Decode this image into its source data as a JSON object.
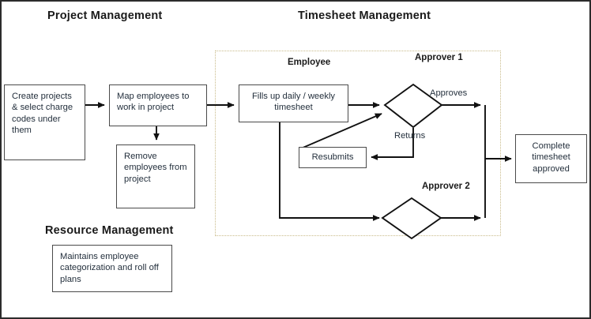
{
  "diagram": {
    "type": "flowchart",
    "title_sections": [
      {
        "id": "project-management",
        "label": "Project Management"
      },
      {
        "id": "timesheet-management",
        "label": "Timesheet Management"
      },
      {
        "id": "resource-management",
        "label": "Resource Management"
      }
    ],
    "swimlanes": [
      {
        "id": "employee",
        "label": "Employee"
      },
      {
        "id": "approver-1",
        "label": "Approver 1"
      },
      {
        "id": "approver-2",
        "label": "Approver 2"
      }
    ],
    "nodes": [
      {
        "id": "create-projects",
        "shape": "rect",
        "text": "Create projects & select charge codes under them"
      },
      {
        "id": "map-employees",
        "shape": "rect",
        "text": "Map employees to work in project"
      },
      {
        "id": "remove-employees",
        "shape": "rect",
        "text": "Remove employees from project"
      },
      {
        "id": "maintains-employee",
        "shape": "rect",
        "text": "Maintains employee categorization and roll off plans"
      },
      {
        "id": "fills-timesheet",
        "shape": "rect",
        "text": "Fills up daily / weekly timesheet"
      },
      {
        "id": "resubmits",
        "shape": "rect",
        "text": "Resubmits"
      },
      {
        "id": "approver-1-decision",
        "shape": "diamond",
        "text": ""
      },
      {
        "id": "approver-2-decision",
        "shape": "diamond",
        "text": ""
      },
      {
        "id": "complete-timesheet",
        "shape": "rect",
        "text": "Complete timesheet approved"
      }
    ],
    "edge_labels": [
      {
        "id": "approves",
        "text": "Approves"
      },
      {
        "id": "returns",
        "text": "Returns"
      }
    ],
    "colors": {
      "outer_border": "#2b2b2b",
      "node_border": "#4a4a4a",
      "node_text": "#24303d",
      "heading_text": "#1a1a1a",
      "zone_border": "#c9bb8a",
      "connector": "#111111",
      "background": "#ffffff"
    }
  }
}
